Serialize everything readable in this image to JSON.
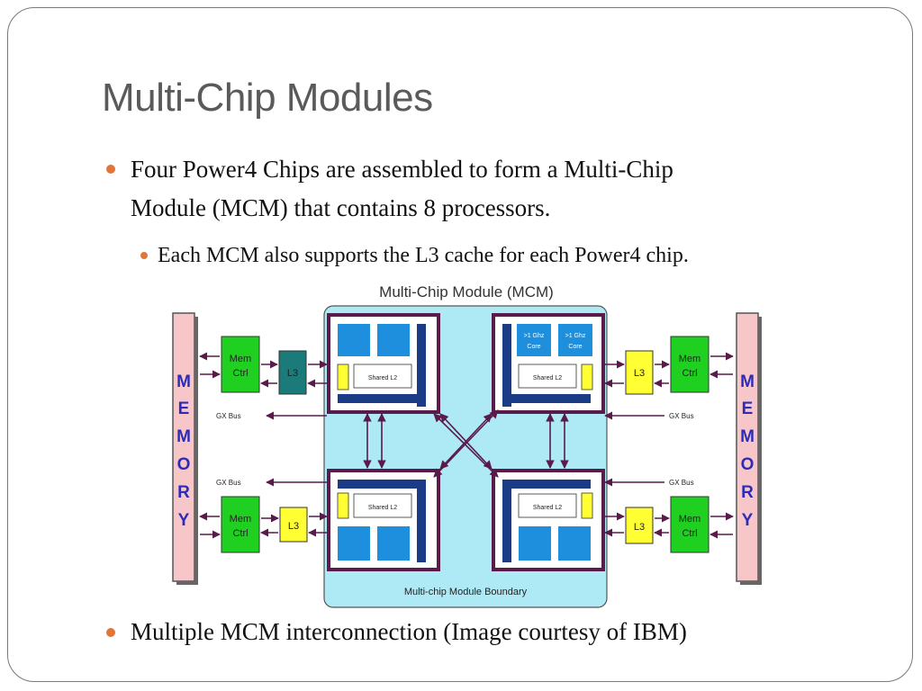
{
  "slide": {
    "title": "Multi-Chip Modules",
    "bullets": [
      {
        "line1": "Four Power4 Chips are assembled to form a Multi-Chip",
        "line2": "Module (MCM) that contains 8 processors."
      },
      {
        "text": "Each MCM also supports the L3 cache for each Power4 chip."
      },
      {
        "text": "Multiple MCM interconnection (Image courtesy of IBM)"
      }
    ],
    "bullet_color": "#e0763a"
  },
  "diagram": {
    "title": "Multi-Chip Module (MCM)",
    "boundary_label": "Multi-chip Module Boundary",
    "memory_label": [
      "M",
      "E",
      "M",
      "O",
      "R",
      "Y"
    ],
    "mem_ctrl_label": [
      "Mem",
      "Ctrl"
    ],
    "l3_label": "L3",
    "gx_bus_label": "GX Bus",
    "shared_l2_label": "Shared L2",
    "core_label": [
      ">1 Ghz",
      "Core"
    ],
    "colors": {
      "memory_fill": "#f7c6c9",
      "memory_text": "#2c2cb8",
      "boundary_fill": "#aeeaf5",
      "chip_border": "#5a1a4a",
      "core_fill": "#1e8fdc",
      "l2_bar": "#1a3c86",
      "mem_ctrl_fill": "#20d020",
      "l3_dark_fill": "#1b7a7a",
      "l3_yellow_fill": "#ffff33",
      "arrow": "#5a1a4a"
    }
  }
}
